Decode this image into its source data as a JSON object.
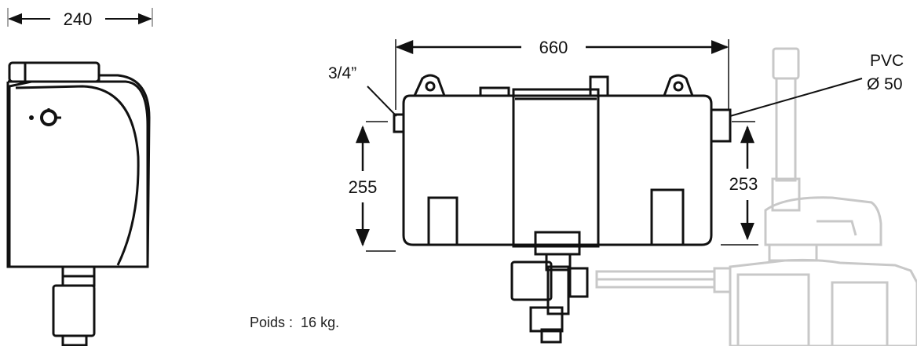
{
  "dimensions": {
    "side_width": "240",
    "front_width": "660",
    "inlet_height": "255",
    "outlet_height": "253"
  },
  "connections": {
    "inlet_size": "3/4”",
    "outlet_material": "PVC",
    "outlet_diameter": "Ø 50"
  },
  "weight": {
    "label": "Poids :",
    "value": "16 kg."
  }
}
